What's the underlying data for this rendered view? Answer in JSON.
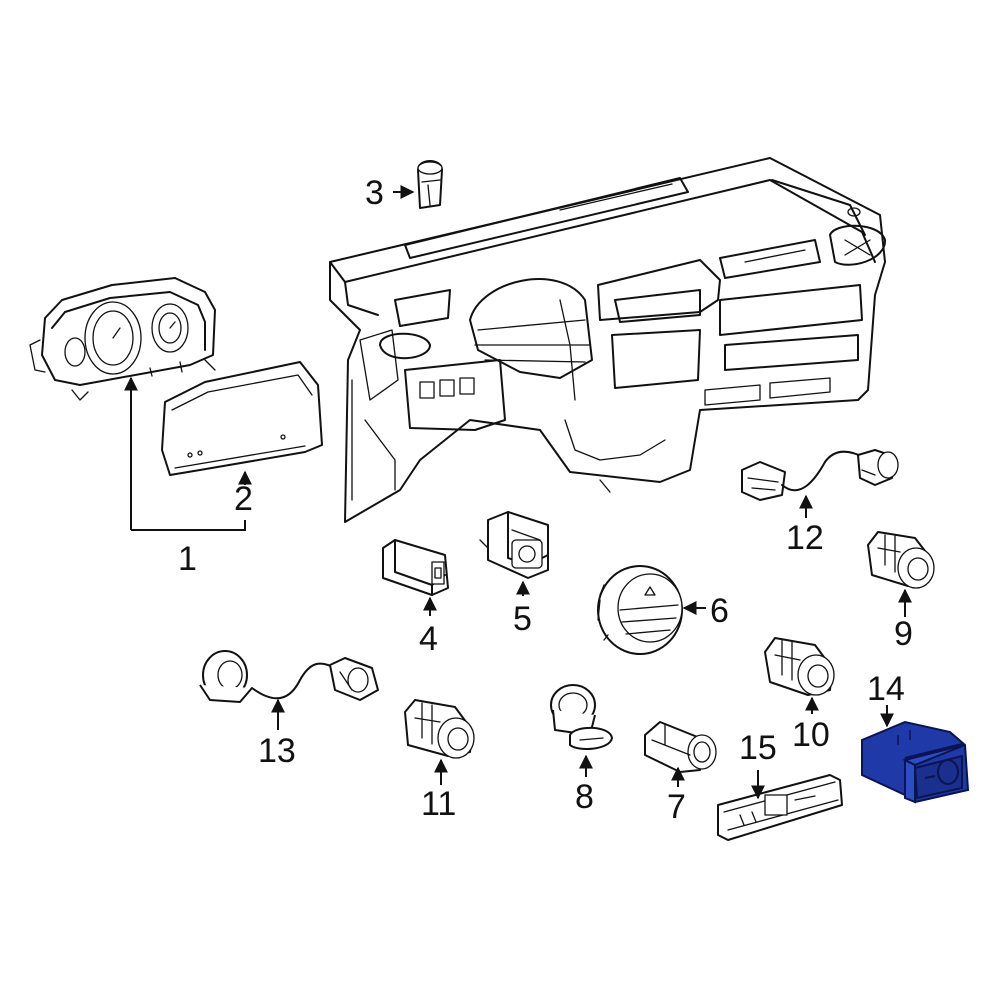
{
  "diagram": {
    "highlight_color": "#1f3aa8",
    "callouts": [
      {
        "id": "1",
        "label": "1"
      },
      {
        "id": "2",
        "label": "2"
      },
      {
        "id": "3",
        "label": "3"
      },
      {
        "id": "4",
        "label": "4"
      },
      {
        "id": "5",
        "label": "5"
      },
      {
        "id": "6",
        "label": "6"
      },
      {
        "id": "7",
        "label": "7"
      },
      {
        "id": "8",
        "label": "8"
      },
      {
        "id": "9",
        "label": "9"
      },
      {
        "id": "10",
        "label": "10"
      },
      {
        "id": "11",
        "label": "11"
      },
      {
        "id": "12",
        "label": "12"
      },
      {
        "id": "13",
        "label": "13"
      },
      {
        "id": "14",
        "label": "14"
      },
      {
        "id": "15",
        "label": "15"
      }
    ],
    "highlighted_part": "14"
  }
}
